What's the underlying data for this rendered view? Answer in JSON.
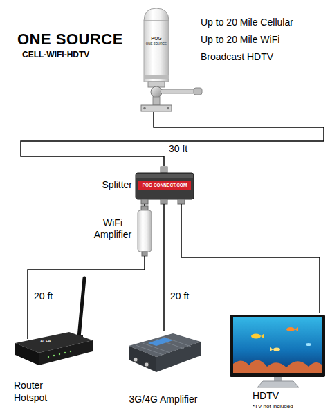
{
  "diagram": {
    "title": "ONE SOURCE",
    "nodes": [
      {
        "text": [
          "Up to 20 Mile Cellular Up to 20 Mile WiFi Broadcast HDTV"
        ]
      },
      {
        "text": [
          "Splitter"
        ]
      },
      {
        "text": [
          "WiFi Amplifier"
        ]
      },
      {
        "text": [
          "Router Hotspot"
        ]
      },
      {
        "text": [
          "3G/4G Amplifier"
        ]
      },
      {
        "text": [
          "HDTV",
          "*TV not included"
        ]
      }
    ],
    "edges": [
      {
        "from": 0,
        "to": 1,
        "label": "30 ft",
        "arrow": "none"
      },
      {
        "from": 1,
        "to": 2,
        "arrow": "none"
      },
      {
        "from": 2,
        "to": 3,
        "label": "20 ft",
        "arrow": "none"
      },
      {
        "from": 1,
        "to": 4,
        "label": "20 ft",
        "arrow": "none"
      },
      {
        "from": 1,
        "to": 5,
        "arrow": "none"
      }
    ],
    "labels": [
      "CELL-WIFI-HDTV",
      "POG",
      "ONE SOURCE",
      "POG CONNECT.COM",
      "ALFA"
    ]
  }
}
